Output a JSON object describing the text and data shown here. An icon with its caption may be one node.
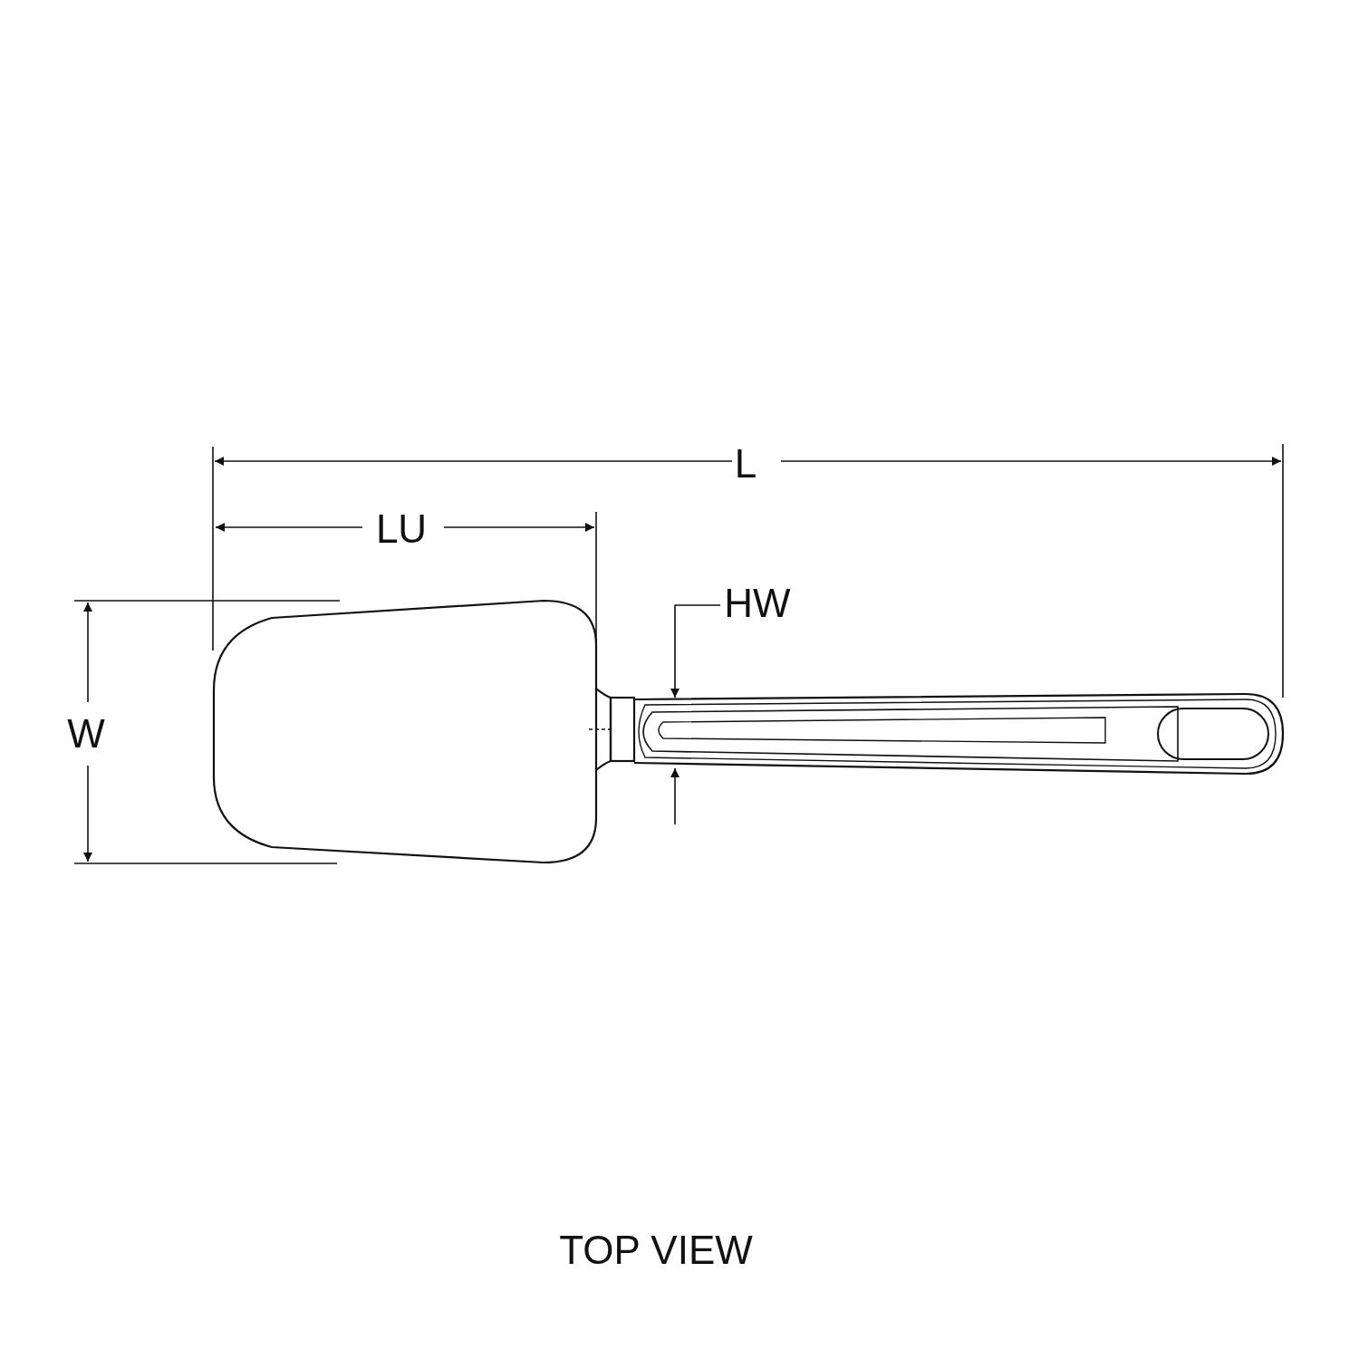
{
  "diagram": {
    "caption": "TOP VIEW",
    "labels": [
      "L",
      "LU",
      "HW",
      "W"
    ]
  }
}
